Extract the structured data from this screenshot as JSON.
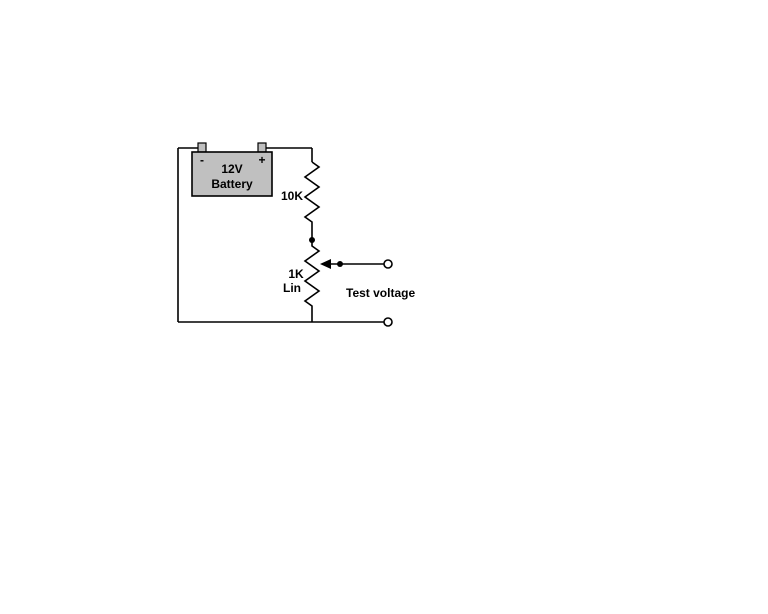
{
  "colors": {
    "wire": "#000000",
    "battery_fill": "#c0c0c0",
    "background": "#ffffff"
  },
  "diagram": {
    "battery": {
      "minus_label": "-",
      "plus_label": "+",
      "line1": "12V",
      "line2": "Battery"
    },
    "resistor_10k": {
      "label": "10K"
    },
    "potentiometer": {
      "value_label": "1K",
      "taper_label": "Lin"
    },
    "output": {
      "label": "Test voltage"
    }
  }
}
